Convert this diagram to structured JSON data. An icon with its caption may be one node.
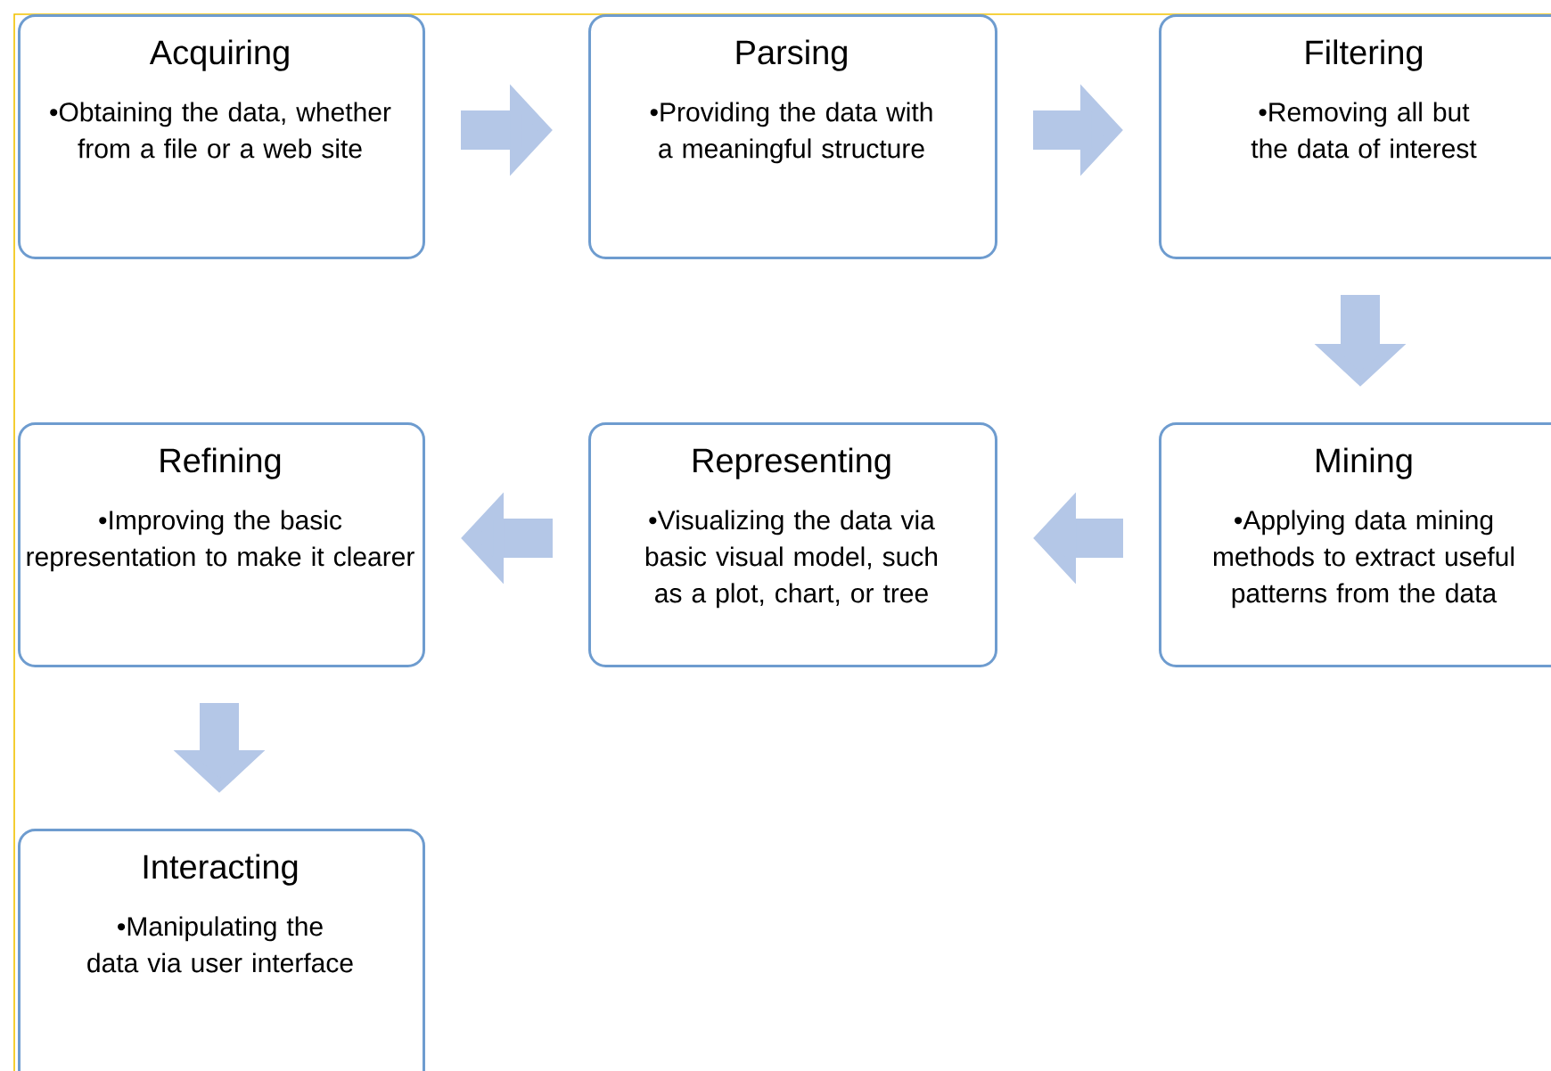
{
  "diagram": {
    "nodes": [
      {
        "text": [
          "Acquiring",
          "•Obtaining the data, whether from a file or a web site"
        ]
      },
      {
        "text": [
          "Parsing",
          "•Providing the data with a meaningful structure"
        ]
      },
      {
        "text": [
          "Filtering",
          "•Removing all but the data of interest"
        ]
      },
      {
        "text": [
          "Mining",
          "•Applying data mining methods to extract useful patterns from the data"
        ]
      },
      {
        "text": [
          "Representing",
          "•Visualizing the data via basic visual model, such as a plot, chart, or tree"
        ]
      },
      {
        "text": [
          "Refining",
          "•Improving the basic representation to make it clearer"
        ]
      },
      {
        "text": [
          "Interacting",
          "•Manipulating the data via user interface"
        ]
      }
    ],
    "edges": [
      {
        "from": 0,
        "to": 1,
        "arrow": "to"
      },
      {
        "from": 1,
        "to": 2,
        "arrow": "to"
      },
      {
        "from": 2,
        "to": 3,
        "arrow": "to"
      },
      {
        "from": 3,
        "to": 4,
        "arrow": "to"
      },
      {
        "from": 4,
        "to": 5,
        "arrow": "to"
      },
      {
        "from": 5,
        "to": 6,
        "arrow": "to"
      }
    ]
  }
}
